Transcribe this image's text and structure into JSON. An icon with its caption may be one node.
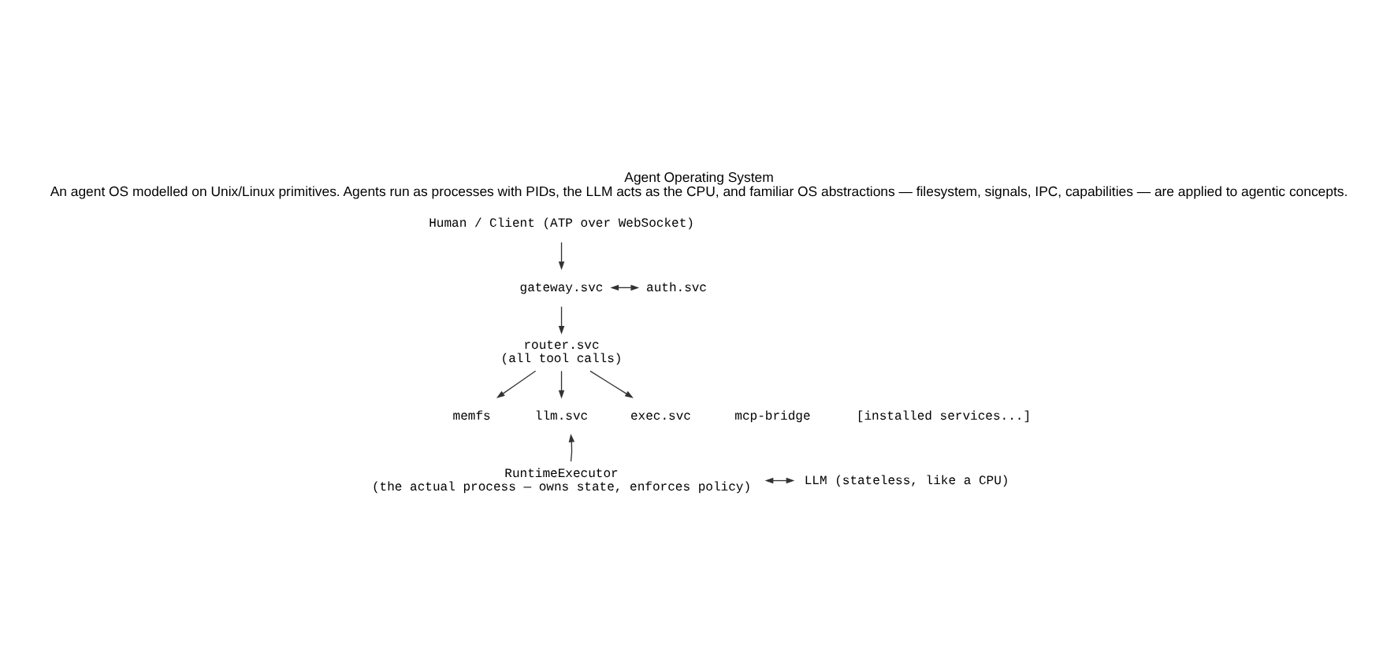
{
  "diagram": {
    "title": "Agent Operating System",
    "caption": "An agent OS modelled on Unix/Linux primitives. Agents run as processes with PIDs, the LLM acts as the CPU, and familiar OS abstractions — filesystem, signals, IPC, capabilities — are applied to agentic concepts.",
    "nodes": [
      {
        "text": [
          "Human / Client (ATP over WebSocket)"
        ]
      },
      {
        "text": [
          "gateway.svc"
        ]
      },
      {
        "text": [
          "auth.svc"
        ]
      },
      {
        "text": [
          "router.svc"
        ],
        "beside": [
          "(all tool calls)"
        ]
      },
      {
        "text": [
          "memfs"
        ]
      },
      {
        "text": [
          "llm.svc"
        ]
      },
      {
        "text": [
          "exec.svc"
        ]
      },
      {
        "text": [
          "mcp-bridge"
        ]
      },
      {
        "text": [
          "[installed services...]"
        ]
      },
      {
        "text": [
          "RuntimeExecutor"
        ],
        "beside": [
          "(the actual process — owns state, enforces policy)"
        ]
      },
      {
        "text": [
          "LLM (stateless, like a CPU)"
        ]
      }
    ],
    "edges": [
      {
        "from": 0,
        "to": 1,
        "arrow": "to"
      },
      {
        "from": 1,
        "to": 2,
        "arrow": "both"
      },
      {
        "from": 1,
        "to": 3,
        "arrow": "to"
      },
      {
        "from": 3,
        "to": 4,
        "arrow": "to"
      },
      {
        "from": 3,
        "to": 5,
        "arrow": "to"
      },
      {
        "from": 3,
        "to": 6,
        "arrow": "to"
      },
      {
        "from": 9,
        "to": 5,
        "arrow": "to"
      },
      {
        "from": 9,
        "to": 10,
        "arrow": "both"
      }
    ]
  }
}
